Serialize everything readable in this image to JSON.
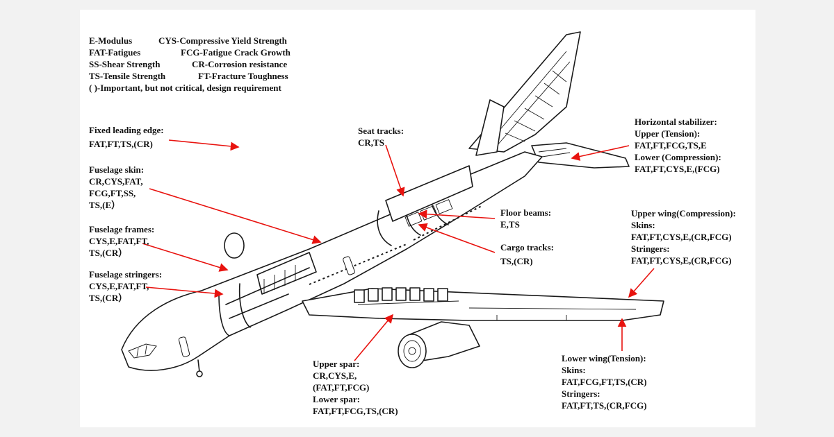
{
  "legend": {
    "rows": [
      [
        "E-Modulus",
        "CYS-Compressive Yield Strength"
      ],
      [
        "FAT-Fatigues",
        "FCG-Fatigue Crack Growth"
      ],
      [
        "SS-Shear Strength",
        "CR-Corrosion resistance"
      ],
      [
        "TS-Tensile Strength",
        "FT-Fracture Toughness"
      ]
    ],
    "note": "( )-Important, but not critical, design requirement"
  },
  "labels": {
    "fixed_leading_edge": [
      "Fixed leading edge:",
      "FAT,FT,TS,(CR)"
    ],
    "fuselage_skin": [
      "Fuselage skin:",
      "CR,CYS,FAT,",
      "FCG,FT,SS,",
      "TS,(E）"
    ],
    "fuselage_frames": [
      "Fuselage frames:",
      "CYS,E,FAT,FT,",
      "TS,(CR）"
    ],
    "fuselage_stringers": [
      "Fuselage stringers:",
      "CYS,E,FAT,FT,",
      "TS,(CR）"
    ],
    "seat_tracks": [
      "Seat tracks:",
      "CR,TS"
    ],
    "floor_beams": [
      "Floor beams:",
      "E,TS"
    ],
    "cargo_tracks": [
      "Cargo tracks:",
      "TS,(CR)"
    ],
    "horizontal_stabilizer": [
      "Horizontal stabilizer:",
      "Upper (Tension):",
      "FAT,FT,FCG,TS,E",
      "Lower (Compression):",
      "FAT,FT,CYS,E,(FCG)"
    ],
    "upper_wing": [
      "Upper wing(Compression):",
      "Skins:",
      "FAT,FT,CYS,E,(CR,FCG)",
      "Stringers:",
      "FAT,FT,CYS,E,(CR,FCG)"
    ],
    "lower_wing": [
      "Lower wing(Tension):",
      "Skins:",
      "FAT,FCG,FT,TS,(CR)",
      "Stringers:",
      "FAT,FT,TS,(CR,FCG)"
    ],
    "spars": [
      "Upper spar:",
      "CR,CYS,E,",
      "(FAT,FT,FCG)",
      "Lower spar:",
      "FAT,FT,FCG,TS,(CR)"
    ]
  },
  "colors": {
    "arrow": "#e8130f",
    "line_art": "#1a1a1a",
    "background": "#ffffff",
    "margin": "#f2f2f2"
  }
}
